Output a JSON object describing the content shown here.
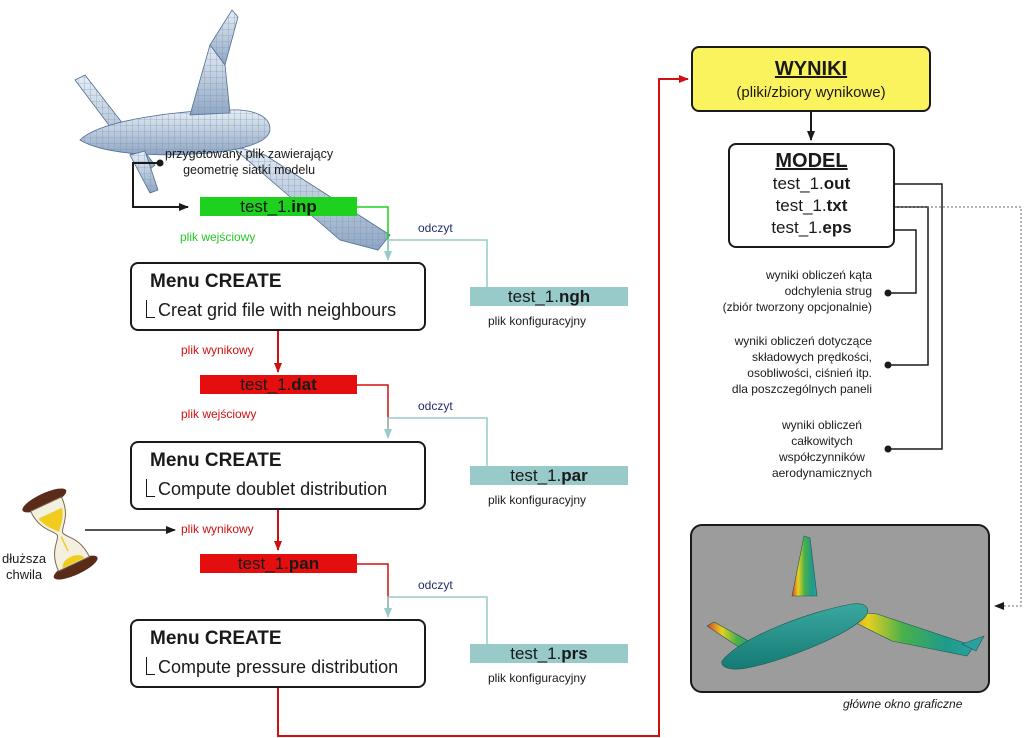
{
  "aircraft_note": {
    "line1": "przygotowany plik zawierający",
    "line2": "geometrię siatki modelu"
  },
  "files": {
    "inp": {
      "base": "test_1.",
      "ext": "inp",
      "caption": "plik wejściowy"
    },
    "ngh": {
      "base": "test_1.",
      "ext": "ngh",
      "caption": "plik konfiguracyjny"
    },
    "dat": {
      "base": "test_1.",
      "ext": "dat",
      "caption_out": "plik wynikowy",
      "caption_in": "plik wejściowy"
    },
    "par": {
      "base": "test_1.",
      "ext": "par",
      "caption": "plik konfiguracyjny"
    },
    "pan": {
      "base": "test_1.",
      "ext": "pan",
      "caption_out": "plik wynikowy"
    },
    "prs": {
      "base": "test_1.",
      "ext": "prs",
      "caption": "plik konfiguracyjny"
    }
  },
  "read_label": "odczyt",
  "menus": [
    {
      "title": "Menu CREATE",
      "subtitle": "Creat grid file with neighbours"
    },
    {
      "title": "Menu CREATE",
      "subtitle": "Compute doublet distribution"
    },
    {
      "title": "Menu CREATE",
      "subtitle": "Compute pressure distribution"
    }
  ],
  "hourglass": {
    "line1": "dłuższa",
    "line2": "chwila"
  },
  "wyniki": {
    "title": "WYNIKI",
    "subtitle": "(pliki/zbiory wynikowe)"
  },
  "model": {
    "title": "MODEL",
    "rows": [
      {
        "base": "test_1.",
        "ext": "out"
      },
      {
        "base": "test_1.",
        "ext": "txt"
      },
      {
        "base": "test_1.",
        "ext": "eps"
      }
    ]
  },
  "notes": {
    "eps": [
      "wyniki obliczeń kąta",
      "odchylenia strug",
      "(zbiór tworzony opcjonalnie)"
    ],
    "txt": [
      "wyniki obliczeń dotyczące",
      "składowych prędkości,",
      "osobliwości, ciśnień itp.",
      "dla poszczególnych paneli"
    ],
    "out": [
      "wyniki obliczeń",
      "całkowitych",
      "współczynników",
      "aerodynamicznych"
    ]
  },
  "graphics_window": {
    "caption": "główne okno graficzne"
  },
  "colors": {
    "input_green": "#1ed11e",
    "output_red": "#e40e0e",
    "config_teal": "#98caca",
    "wyniki_yellow": "#fbf35e",
    "wire_red": "#d01010",
    "wire_teal": "#98caca"
  }
}
